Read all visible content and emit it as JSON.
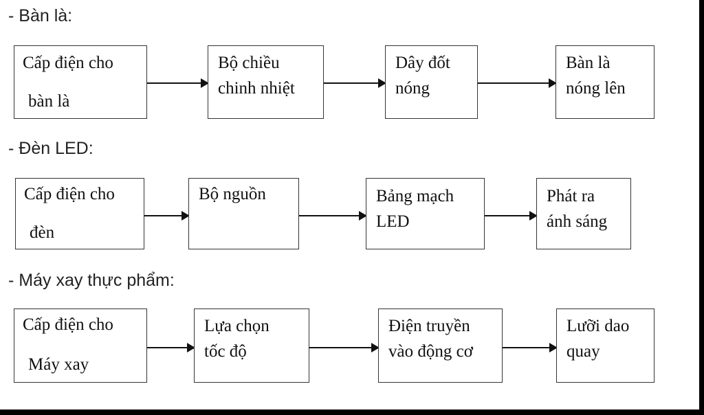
{
  "sections": [
    {
      "heading": "- Bàn là:",
      "steps": [
        {
          "lines": [
            "Cấp điện cho",
            "bàn là"
          ]
        },
        {
          "lines": [
            "Bộ chiều",
            "chinh nhiệt"
          ]
        },
        {
          "lines": [
            "Dây đốt",
            "nóng"
          ]
        },
        {
          "lines": [
            "Bàn là",
            "nóng lên"
          ]
        }
      ]
    },
    {
      "heading": "- Đèn LED:",
      "steps": [
        {
          "lines": [
            "Cấp điện cho",
            "đèn"
          ]
        },
        {
          "lines": [
            "Bộ nguồn"
          ]
        },
        {
          "lines": [
            "Bảng mạch",
            "LED"
          ]
        },
        {
          "lines": [
            "Phát ra",
            "ánh sáng"
          ]
        }
      ]
    },
    {
      "heading": "- Máy xay thực phẩm:",
      "steps": [
        {
          "lines": [
            "Cấp điện cho",
            "Máy xay"
          ]
        },
        {
          "lines": [
            "Lựa chọn",
            "tốc độ"
          ]
        },
        {
          "lines": [
            "Điện truyền",
            "vào động cơ"
          ]
        },
        {
          "lines": [
            "Lưỡi dao",
            "quay"
          ]
        }
      ]
    }
  ]
}
